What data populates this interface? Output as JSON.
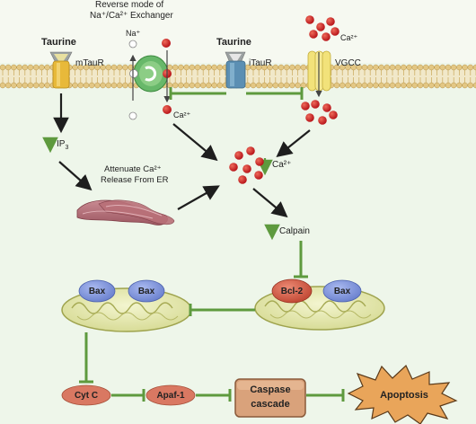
{
  "labels": {
    "reverse_mode_line1": "Reverse mode of",
    "reverse_mode_line2": "Na⁺/Ca²⁺ Exchanger",
    "na_plus": "Na⁺",
    "taurine_left": "Taurine",
    "mtaur": "mTauR",
    "taurine_right": "Taurine",
    "itaur": "iTauR",
    "vgcc": "VGCC",
    "ca_top_right": "Ca²⁺",
    "ca_left": "Ca²⁺",
    "ip3_base": "IP",
    "ip3_sub": "3",
    "attenuate_line1": "Attenuate Ca²⁺",
    "attenuate_line2": "Release From ER",
    "ca_center": "Ca²⁺",
    "calpain": "Calpain",
    "bax_left_1": "Bax",
    "bax_left_2": "Bax",
    "bcl2": "Bcl-2",
    "bax_right": "Bax",
    "cytc": "Cyt C",
    "apaf1": "Apaf-1",
    "caspase_line1": "Caspase",
    "caspase_line2": "cascade",
    "apoptosis": "Apoptosis"
  },
  "colors": {
    "background": "#eef6ea",
    "membrane_head": "#e3c784",
    "membrane_tail": "#c9a85a",
    "inhibit_green": "#5e9a3e",
    "arrow_black": "#1e1e1e",
    "calcium_red": "#d02a2a",
    "mitochondria": "#dfe3a8",
    "bax_blue": "#7f96dd",
    "bcl2_red": "#d25c48",
    "cytc_fill": "#d97862",
    "caspase_fill": "#d9a27b",
    "apoptosis_fill": "#e9a55a"
  }
}
